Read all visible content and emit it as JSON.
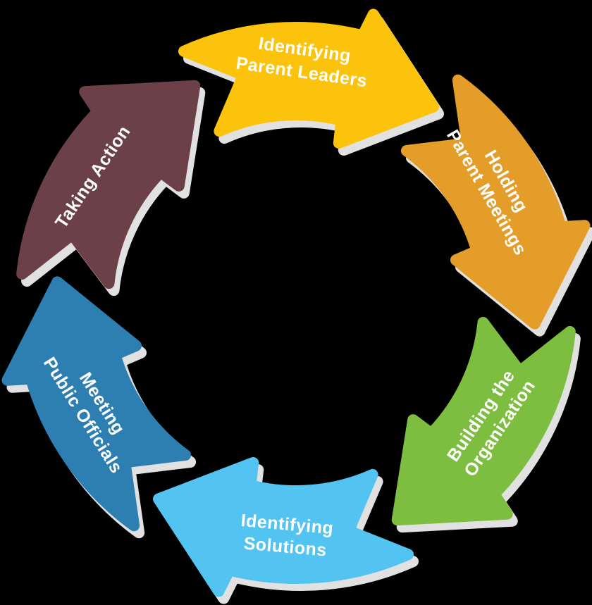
{
  "diagram": {
    "type": "cycle-diagram",
    "direction": "clockwise",
    "background_color": "#000000",
    "shadow_color": "#e1e1e1",
    "text_color": "#ffffff",
    "steps": [
      {
        "label": "Identifying Parent Leaders",
        "lines": [
          "Identifying",
          "Parent Leaders"
        ],
        "color": "#fcc30d",
        "position": "top"
      },
      {
        "label": "Holding Parent Meetings",
        "lines": [
          "Holding",
          "Parent Meetings"
        ],
        "color": "#e39d28",
        "position": "upper-right"
      },
      {
        "label": "Building the Organization",
        "lines": [
          "Building the",
          "Organization"
        ],
        "color": "#7dbe41",
        "position": "lower-right"
      },
      {
        "label": "Identifying Solutions",
        "lines": [
          "Identifying",
          "Solutions"
        ],
        "color": "#53c4f1",
        "position": "bottom"
      },
      {
        "label": "Meeting Public Officials",
        "lines": [
          "Meeting",
          "Public Officials"
        ],
        "color": "#2d7fb2",
        "position": "lower-left"
      },
      {
        "label": "Taking Action",
        "lines": [
          "Taking Action"
        ],
        "color": "#6b4049",
        "position": "upper-left"
      }
    ]
  }
}
